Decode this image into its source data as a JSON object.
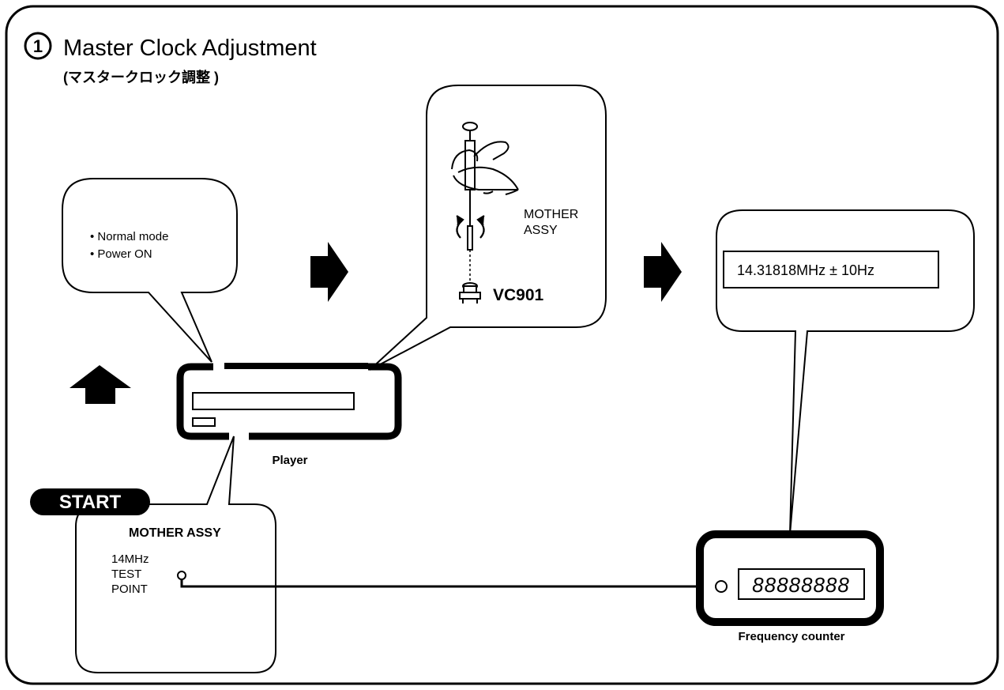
{
  "header": {
    "step_number": "1",
    "title": "Master Clock Adjustment",
    "subtitle": "(マスタークロック調整 )"
  },
  "condition_callout": {
    "items": [
      "• Normal mode",
      "• Power ON"
    ]
  },
  "adjust_callout": {
    "part_label_line1": "MOTHER",
    "part_label_line2": "ASSY",
    "control_label": "VC901"
  },
  "result_callout": {
    "spec": "14.31818MHz ± 10Hz"
  },
  "player": {
    "label": "Player"
  },
  "start_badge": {
    "label": "START"
  },
  "test_point_callout": {
    "board_label": "MOTHER ASSY",
    "point_line1": "14MHz",
    "point_line2": "TEST",
    "point_line3": "POINT"
  },
  "frequency_counter": {
    "display": "88888888",
    "label": "Frequency counter"
  },
  "colors": {
    "ink": "#000000",
    "paper": "#ffffff"
  },
  "icons": [
    "right-arrow-icon",
    "up-arrow-icon",
    "screwdriver-hand-icon",
    "rotation-arrows-icon",
    "trimmer-capacitor-icon",
    "test-point-icon"
  ]
}
